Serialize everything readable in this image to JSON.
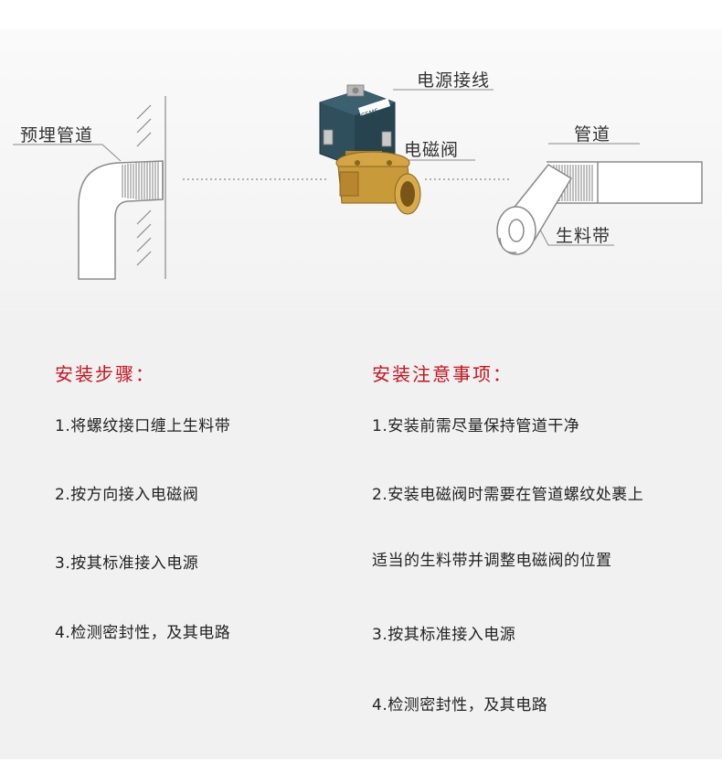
{
  "diagram": {
    "labels": {
      "embedded_pipe": "预埋管道",
      "power_wiring": "电源接线",
      "solenoid_valve": "电磁阀",
      "pipe": "管道",
      "ptfe_tape": "生料带"
    },
    "logo_text": "CEME"
  },
  "install_steps": {
    "title": "安装步骤：",
    "items": [
      "1.将螺纹接口缠上生料带",
      "2.按方向接入电磁阀",
      "3.按其标准接入电源",
      "4.检测密封性，及其电路"
    ]
  },
  "install_notes": {
    "title": "安装注意事项：",
    "items": [
      "1.安装前需尽量保持管道干净",
      "2.安装电磁阀时需要在管道螺纹处裹上",
      "适当的生料带并调整电磁阀的位置",
      "3.按其标准接入电源",
      "4.检测密封性，及其电路"
    ]
  },
  "colors": {
    "accent_red": "#c8141f",
    "line_gray": "#8a8a8a",
    "brass": "#c99a3a",
    "coil_blue": "#2f4f5c"
  }
}
